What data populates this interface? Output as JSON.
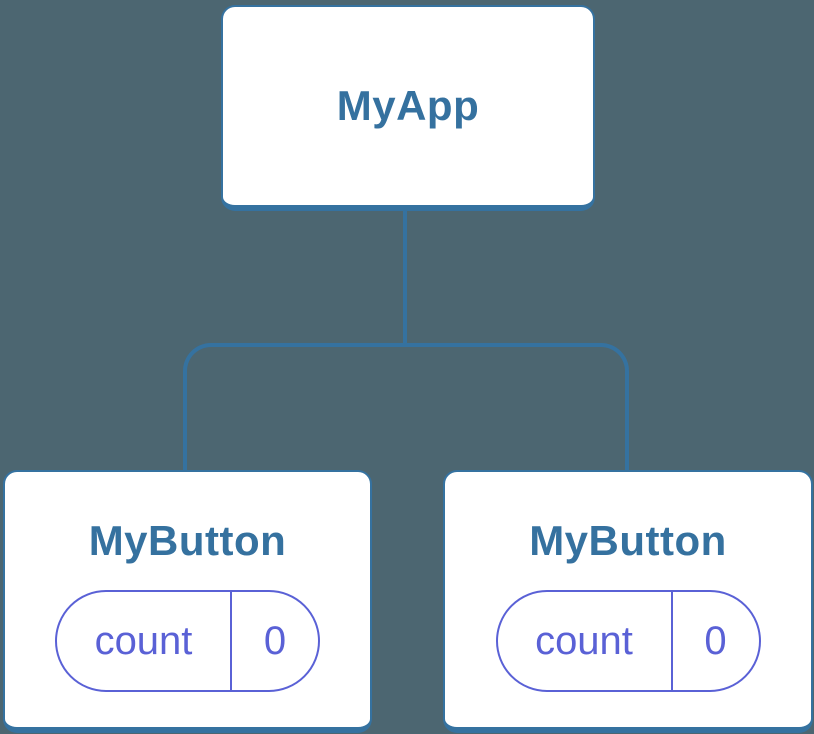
{
  "diagram": {
    "type": "component-tree",
    "colors": {
      "background": "#4c6671",
      "tree_accent": "#3572a0",
      "state_accent": "#5a61d6",
      "box_fill": "#ffffff"
    },
    "root": {
      "label": "MyApp"
    },
    "children": [
      {
        "label": "MyButton",
        "state": {
          "key": "count",
          "value": "0"
        }
      },
      {
        "label": "MyButton",
        "state": {
          "key": "count",
          "value": "0"
        }
      }
    ]
  }
}
